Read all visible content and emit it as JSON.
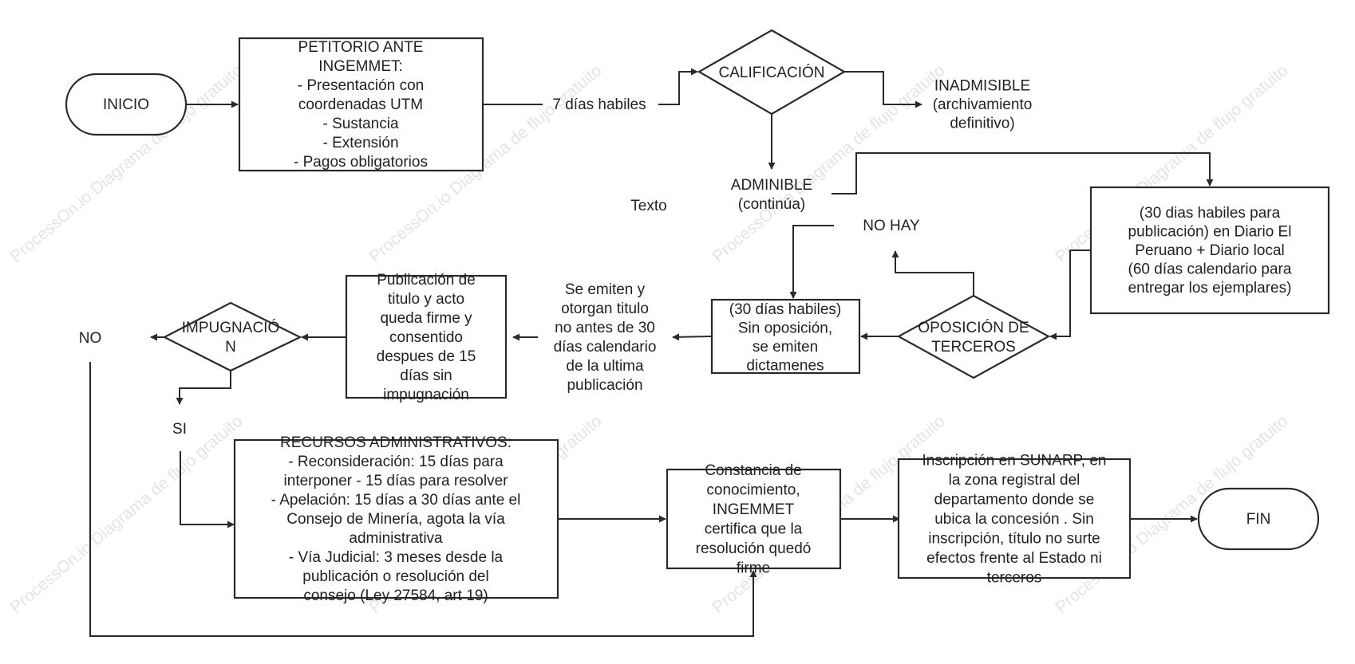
{
  "watermark": "ProcessOn.io Diagrama de flujo gratuito",
  "nodes": {
    "inicio": "INICIO",
    "petitorio": [
      "PETITORIO ANTE",
      "INGEMMET:",
      "- Presentación con",
      "coordenadas UTM",
      "- Sustancia",
      "- Extensión",
      "- Pagos obligatorios"
    ],
    "plazo_7": "7 días habiles",
    "calificacion": "CALIFICACIÓN",
    "inadmisible": [
      "INADMISIBLE",
      "(archivamiento",
      "definitivo)"
    ],
    "admisible": [
      "ADMINIBLE",
      "(continúa)"
    ],
    "texto": "Texto",
    "publicacion_diario": [
      "(30 dias habiles para",
      "publicación) en Diario El",
      "Peruano + Diario local",
      "(60 días calendario para",
      "entregar los ejemplares)"
    ],
    "no_hay": "NO HAY",
    "oposicion": [
      "OPOSICIÓN DE",
      "TERCEROS"
    ],
    "sin_oposicion": [
      "(30 días habiles)",
      "Sin oposición,",
      "se emiten",
      "dictamenes"
    ],
    "otorgan_titulo": [
      "Se emiten y",
      "otorgan titulo",
      "no antes de 30",
      "días calendario",
      "de la ultima",
      "publicación"
    ],
    "publicacion_titulo": [
      "Publicación de",
      "titulo y acto",
      "queda firme y",
      "consentido",
      "despues de 15",
      "días sin",
      "impugnación"
    ],
    "impugnacion": [
      "IMPUGNACIÓ",
      "N"
    ],
    "no": "NO",
    "si": "SI",
    "recursos": [
      "RECURSOS ADMINISTRATIVOS:",
      "- Reconsideración: 15 días para",
      "interponer - 15 días para resolver",
      "- Apelación: 15 días a 30 días ante el",
      "Consejo de Minería, agota la vía",
      "administrativa",
      "- Vía Judicial: 3 meses desde la",
      "publicación o resolución del",
      "consejo (Ley 27584, art 19)"
    ],
    "constancia": [
      "Constancia de",
      "conocimiento,",
      "INGEMMET",
      "certifica que la",
      "resolución quedó",
      "firme"
    ],
    "inscripcion": [
      "Inscripción en SUNARP, en",
      "la zona registral del",
      "departamento donde se",
      "ubica la concesión . Sin",
      "inscripción, título no surte",
      "efectos frente al Estado ni",
      "terceros"
    ],
    "fin": "FIN"
  }
}
